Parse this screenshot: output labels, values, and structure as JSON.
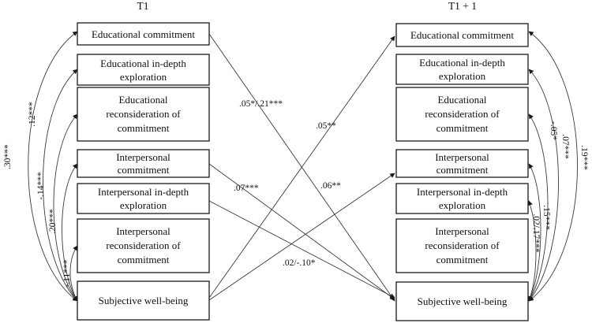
{
  "t1_header": "T1",
  "t2_header": "T1 + 1",
  "t1_boxes": [
    {
      "lines": [
        "Educational commitment"
      ]
    },
    {
      "lines": [
        "Educational in-depth",
        "exploration"
      ]
    },
    {
      "lines": [
        "Educational",
        "reconsideration of",
        "commitment"
      ]
    },
    {
      "lines": [
        "Interpersonal",
        "commitment"
      ]
    },
    {
      "lines": [
        "Interpersonal in-depth",
        "exploration"
      ]
    },
    {
      "lines": [
        "Interpersonal",
        "reconsideration of",
        "commitment"
      ]
    },
    {
      "lines": [
        "Subjective well-being"
      ]
    }
  ],
  "t2_boxes": [
    {
      "lines": [
        "Educational commitment"
      ]
    },
    {
      "lines": [
        "Educational in-depth",
        "exploration"
      ]
    },
    {
      "lines": [
        "Educational",
        "reconsideration of",
        "commitment"
      ]
    },
    {
      "lines": [
        "Interpersonal",
        "commitment"
      ]
    },
    {
      "lines": [
        "Interpersonal in-depth",
        "exploration"
      ]
    },
    {
      "lines": [
        "Interpersonal",
        "reconsideration of",
        "commitment"
      ]
    },
    {
      "lines": [
        "Subjective well-being"
      ]
    }
  ],
  "cross_coefficients": [
    ".05*/.21***",
    ".05**",
    ".07***",
    ".06**",
    ".02/-.10*"
  ],
  "t1_correlations": [
    ".30***",
    ".12***",
    "-.14***",
    ".20***",
    "-.11***"
  ],
  "t2_correlations": [
    ".19***",
    ".07***",
    "-.05*",
    ".15***",
    ".02/.17***"
  ]
}
